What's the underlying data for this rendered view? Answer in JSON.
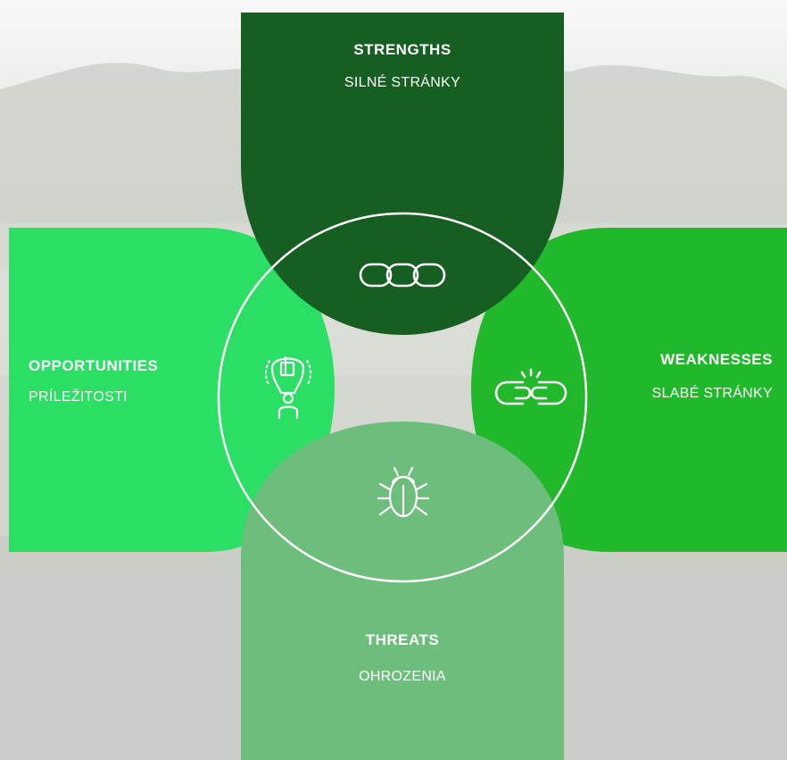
{
  "colors": {
    "strengths": "#175e22",
    "weaknesses": "#22b82b",
    "opportunities": "#2bde64",
    "threats": "#6dbe7c",
    "ring": "#ffffff"
  },
  "strengths": {
    "title": "STRENGTHS",
    "subtitle": "SILNÉ STRÁNKY",
    "icon": "chain-links-icon"
  },
  "weaknesses": {
    "title": "WEAKNESSES",
    "subtitle": "SLABÉ STRÁNKY",
    "icon": "broken-chain-icon"
  },
  "opportunities": {
    "title": "OPPORTUNITIES",
    "subtitle": "PRÍLEŽITOSTI",
    "icon": "idea-person-icon"
  },
  "threats": {
    "title": "THREATS",
    "subtitle": "OHROZENIA",
    "icon": "bug-icon"
  }
}
